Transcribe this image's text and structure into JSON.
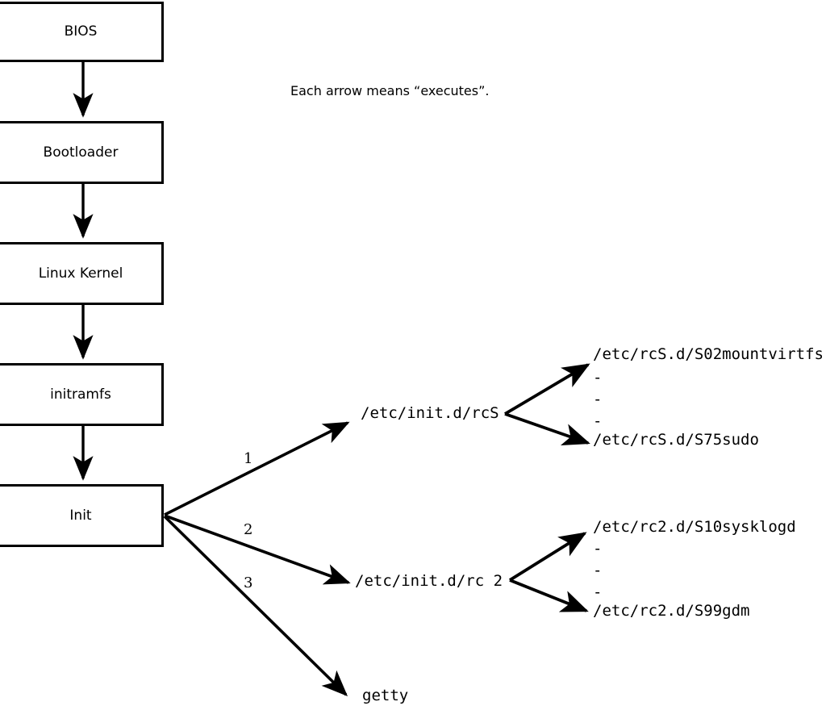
{
  "diagram": {
    "title_note": "Each arrow means “executes”.",
    "boot_chain": [
      {
        "id": "bios",
        "label": "BIOS"
      },
      {
        "id": "bootloader",
        "label": "Bootloader"
      },
      {
        "id": "kernel",
        "label": "Linux Kernel"
      },
      {
        "id": "initramfs",
        "label": "initramfs"
      },
      {
        "id": "init",
        "label": "Init"
      }
    ],
    "init_branches": [
      {
        "number": "1",
        "target": "/etc/init.d/rcS"
      },
      {
        "number": "2",
        "target": "/etc/init.d/rc 2"
      },
      {
        "number": "3",
        "target": "getty"
      }
    ],
    "rcs_scripts": {
      "first": "/etc/rcS.d/S02mountvirtfs",
      "last": "/etc/rcS.d/S75sudo",
      "ellipsis": [
        "-",
        "-",
        "-"
      ]
    },
    "rc2_scripts": {
      "first": "/etc/rc2.d/S10sysklogd",
      "last": "/etc/rc2.d/S99gdm",
      "ellipsis": [
        "-",
        "-",
        "-"
      ]
    },
    "colors": {
      "stroke": "#000000",
      "fill": "#ffffff",
      "text": "#000000"
    }
  }
}
